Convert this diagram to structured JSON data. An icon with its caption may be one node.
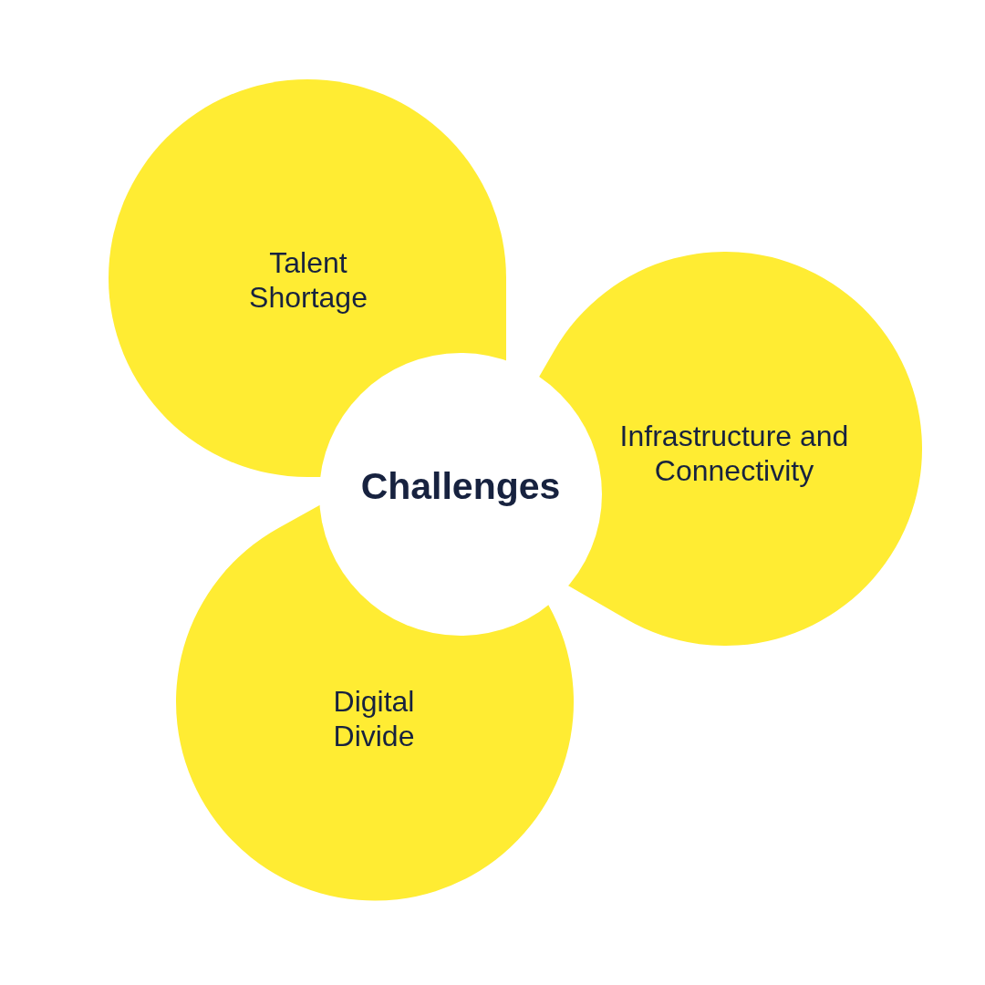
{
  "diagram": {
    "nodes": [
      {
        "text": [
          "Challenges"
        ]
      },
      {
        "text": [
          "Talent Shortage"
        ]
      },
      {
        "text": [
          "Infrastructure and Connectivity"
        ]
      },
      {
        "text": [
          "Digital Divide"
        ]
      }
    ]
  }
}
